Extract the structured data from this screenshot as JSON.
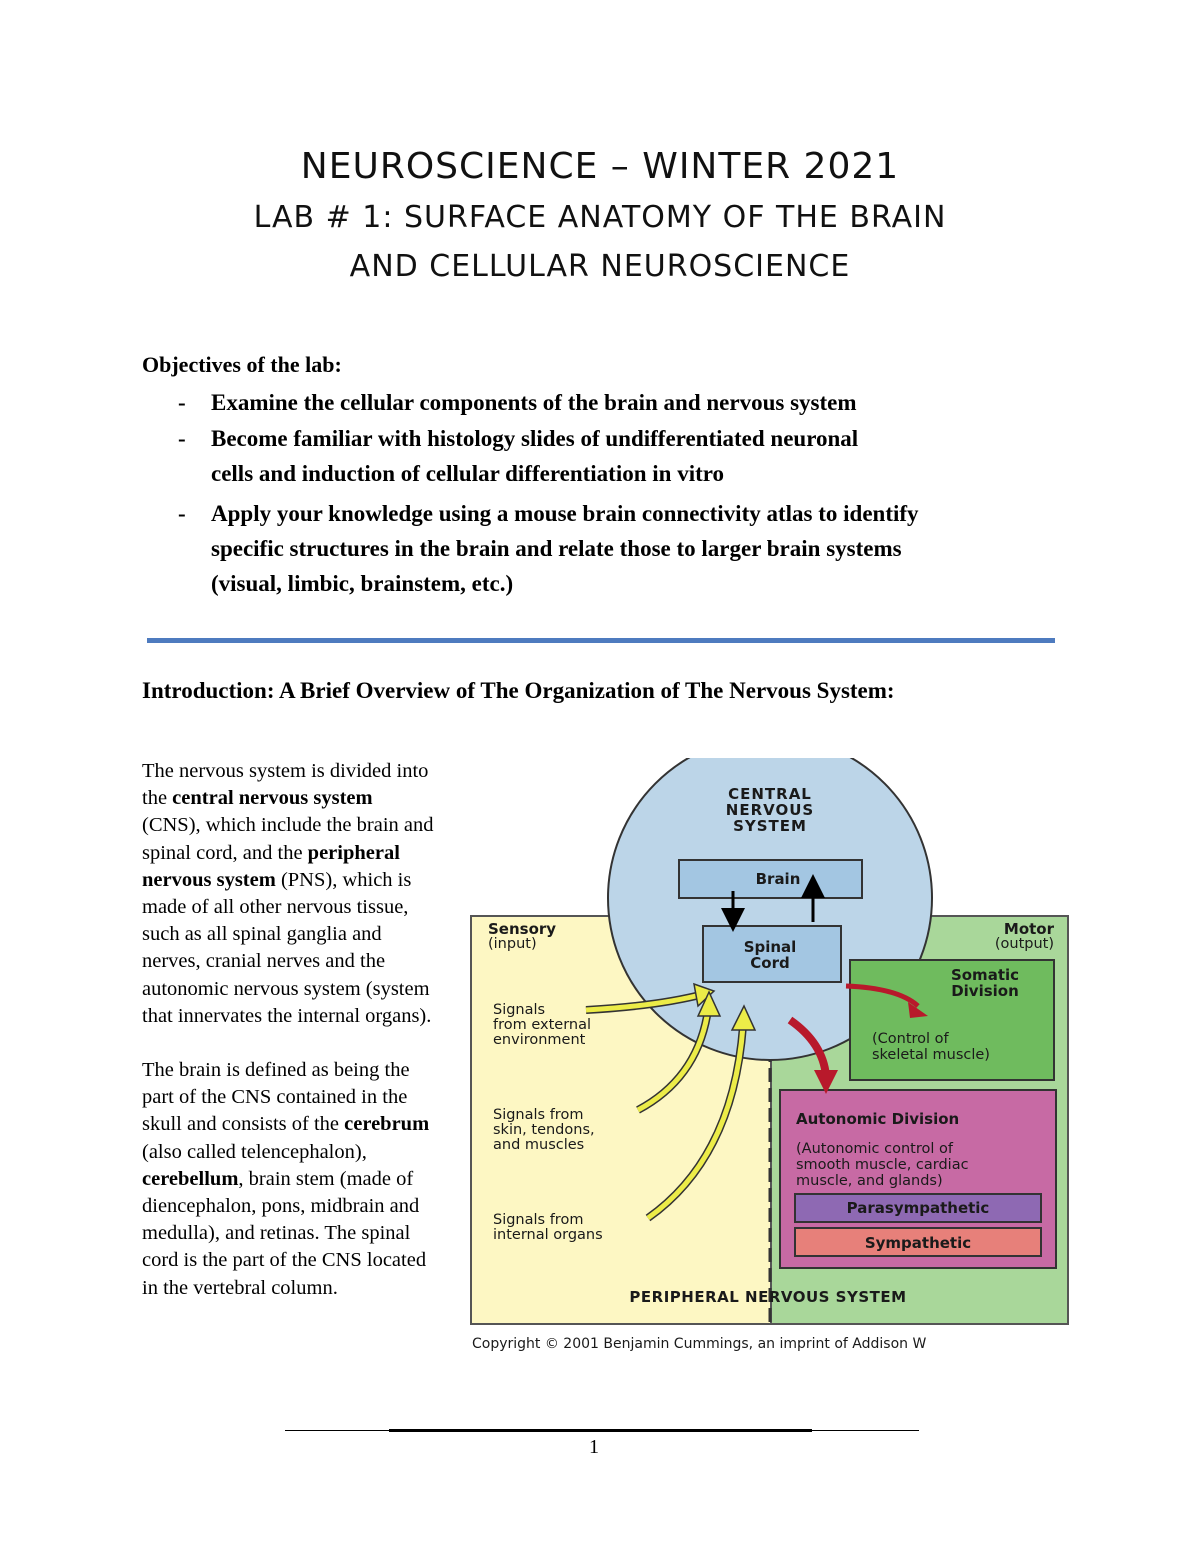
{
  "header": {
    "line1": "NEUROSCIENCE – WINTER 2021",
    "line2": "LAB # 1: SURFACE ANATOMY OF THE BRAIN",
    "line3": "AND CELLULAR NEUROSCIENCE"
  },
  "objectives": {
    "heading": "Objectives of the lab:",
    "bullet": "-",
    "items": [
      "Examine the cellular components of the brain and nervous system",
      "Become familiar with histology slides of undifferentiated neuronal cells and induction of cellular differentiation in vitro",
      "Apply your knowledge using a mouse brain connectivity atlas to identify specific structures in the brain and relate those to larger brain systems (visual, limbic, brainstem, etc.)"
    ]
  },
  "intro": {
    "heading": "Introduction: A Brief Overview of The Organization of The Nervous System:",
    "p1": {
      "a": "The nervous system is divided into the ",
      "b": "central nervous system",
      "c": " (CNS), which include the brain and spinal cord, and the ",
      "d": "peripheral nervous system",
      "e": " (PNS), which is made of all other nervous tissue, such as all spinal ganglia and nerves, cranial nerves and the autonomic nervous system (system that innervates the internal organs)."
    },
    "p2": {
      "a": "The brain is defined as being the part of the CNS contained in the skull and consists of the ",
      "b": "cerebrum",
      "c": " (also called telencephalon), ",
      "d": "cerebellum",
      "e": ", brain stem (made of diencephalon, pons, midbrain and medulla), and retinas. The spinal cord is the part of the CNS located in the vertebral column."
    }
  },
  "diagram": {
    "cns_line1": "CENTRAL",
    "cns_line2": "NERVOUS",
    "cns_line3": "SYSTEM",
    "brain": "Brain",
    "spinal_line1": "Spinal",
    "spinal_line2": "Cord",
    "sensory_line1": "Sensory",
    "sensory_line2": "(input)",
    "motor_line1": "Motor",
    "motor_line2": "(output)",
    "signal1_line1": "Signals",
    "signal1_line2": "from external",
    "signal1_line3": "environment",
    "signal2_line1": "Signals from",
    "signal2_line2": "skin, tendons,",
    "signal2_line3": "and muscles",
    "signal3_line1": "Signals from",
    "signal3_line2": "internal organs",
    "somatic_line1": "Somatic",
    "somatic_line2": "Division",
    "somatic_desc1": "(Control of",
    "somatic_desc2": "skeletal muscle)",
    "autonomic": "Autonomic Division",
    "autonomic_desc1": "(Autonomic control of",
    "autonomic_desc2": "smooth muscle, cardiac",
    "autonomic_desc3": "muscle, and glands)",
    "parasympathetic": "Parasympathetic",
    "sympathetic": "Sympathetic",
    "pns": "PERIPHERAL NERVOUS SYSTEM",
    "copyright": "Copyright © 2001 Benjamin Cummings, an imprint of Addison W",
    "colors": {
      "sensory": "#fdf7c3",
      "motor": "#a9d79a",
      "cns": "#bcd5e8",
      "box": "#a3c6e2",
      "somatic": "#6fbb5e",
      "autonomic": "#c76aa4",
      "parasympathetic": "#8e69b3",
      "sympathetic": "#e7807a",
      "arrow_yellow": "#ecec48",
      "arrow_red": "#b8192b"
    }
  },
  "footer": {
    "page_number": "1"
  }
}
